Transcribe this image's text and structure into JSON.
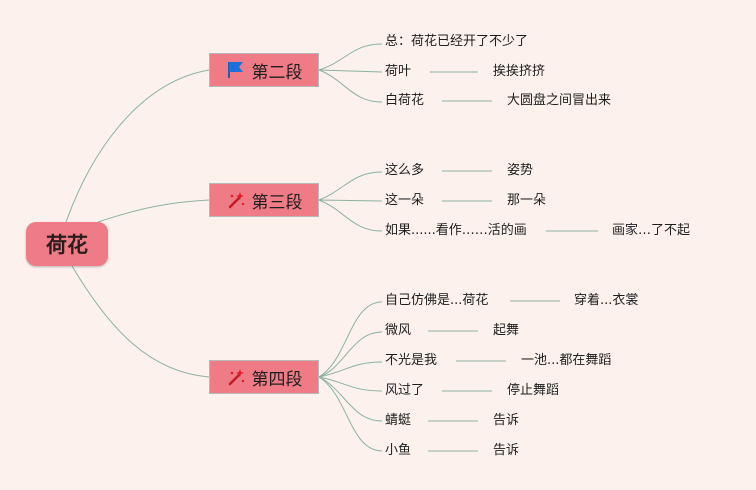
{
  "root": {
    "label": "荷花"
  },
  "branches": [
    {
      "label": "第二段",
      "icon": "blue-flag-icon",
      "items": [
        {
          "text": "总：荷花已经开了不少了"
        },
        {
          "text": "荷叶",
          "detail": "挨挨挤挤"
        },
        {
          "text": "白荷花",
          "detail": "大圆盘之间冒出来"
        }
      ]
    },
    {
      "label": "第三段",
      "icon": "magic-wand-icon",
      "items": [
        {
          "text": "这么多",
          "detail": "姿势"
        },
        {
          "text": "这一朵",
          "detail": "那一朵"
        },
        {
          "text": "如果......看作……活的画",
          "detail": "画家…了不起"
        }
      ]
    },
    {
      "label": "第四段",
      "icon": "magic-wand-icon",
      "items": [
        {
          "text": "自己仿佛是...荷花",
          "detail": "穿着...衣裳"
        },
        {
          "text": "微风",
          "detail": "起舞"
        },
        {
          "text": "不光是我",
          "detail": "一池...都在舞蹈"
        },
        {
          "text": "风过了",
          "detail": "停止舞蹈"
        },
        {
          "text": "蜻蜓",
          "detail": "告诉"
        },
        {
          "text": "小鱼",
          "detail": "告诉"
        }
      ]
    }
  ],
  "colors": {
    "node": "#ef7b86",
    "line": "#8ab39a",
    "background": "#fdf1ee"
  }
}
